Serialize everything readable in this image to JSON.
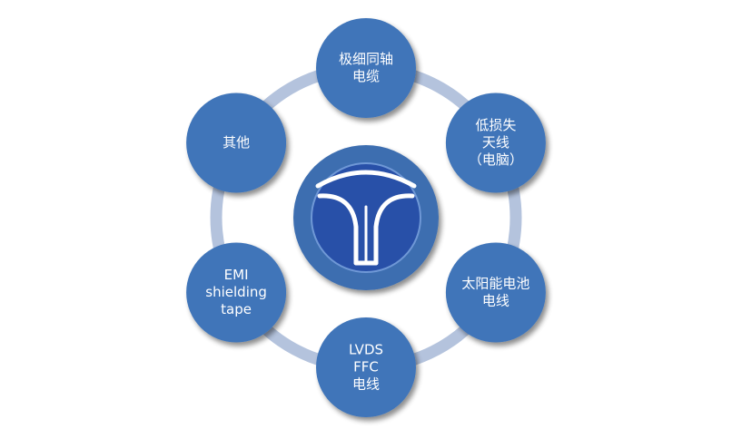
{
  "diagram": {
    "nodes": [
      {
        "id": "ultrafine-coax",
        "lines": [
          "极细同轴",
          "电缆"
        ]
      },
      {
        "id": "low-loss-antenna",
        "lines": [
          "低损失",
          "天线",
          "（电脑）"
        ]
      },
      {
        "id": "solar-cable",
        "lines": [
          "太阳能电池",
          "电线"
        ]
      },
      {
        "id": "lvds-ffc",
        "lines": [
          "LVDS",
          "FFC",
          "电线"
        ]
      },
      {
        "id": "emi-tape",
        "lines": [
          "EMI",
          "shielding",
          "tape"
        ]
      },
      {
        "id": "other",
        "lines": [
          "其他"
        ]
      }
    ],
    "center": {
      "logo_icon": "company-logo-icon"
    }
  },
  "colors": {
    "node_fill": "#3f74b9",
    "node_shadow": "#9aa6b6",
    "ring": "#b4c3dd",
    "center_outer": "#3d6eb0",
    "center_inner": "#2850a8",
    "logo_stroke": "#ffffff"
  }
}
